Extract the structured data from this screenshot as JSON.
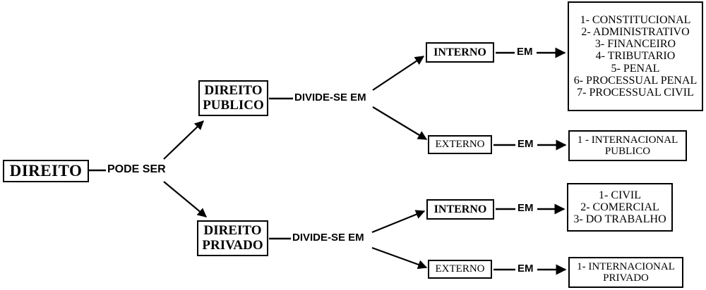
{
  "diagram": {
    "title": "DIREITO",
    "nodes": {
      "root": {
        "lines": [
          "DIREITO"
        ]
      },
      "publico": {
        "lines": [
          "DIREITO",
          "PUBLICO"
        ]
      },
      "privado": {
        "lines": [
          "DIREITO",
          "PRIVADO"
        ]
      },
      "interno_publico": {
        "lines": [
          "INTERNO"
        ]
      },
      "externo_publico": {
        "lines": [
          "EXTERNO"
        ]
      },
      "interno_privado": {
        "lines": [
          "INTERNO"
        ]
      },
      "externo_privado": {
        "lines": [
          "EXTERNO"
        ]
      },
      "list_publico_interno": {
        "lines": [
          "1- CONSTITUCIONAL",
          "2- ADMINISTRATIVO",
          "3- FINANCEIRO",
          "4- TRIBUTARIO",
          "5- PENAL",
          "6- PROCESSUAL PENAL",
          "7- PROCESSUAL CIVIL"
        ]
      },
      "list_publico_externo": {
        "lines": [
          "1 - INTERNACIONAL",
          "PUBLICO"
        ]
      },
      "list_privado_interno": {
        "lines": [
          "1- CIVIL",
          "2- COMERCIAL",
          "3- DO TRABALHO"
        ]
      },
      "list_privado_externo": {
        "lines": [
          "1- INTERNACIONAL",
          "PRIVADO"
        ]
      }
    },
    "edge_labels": {
      "pode_ser": "PODE SER",
      "divide_se_em_publico": "DIVIDE-SE EM",
      "divide_se_em_privado": "DIVIDE-SE EM",
      "em_publico_interno": "EM",
      "em_publico_externo": "EM",
      "em_privado_interno": "EM",
      "em_privado_externo": "EM"
    },
    "colors": {
      "stroke": "#000000",
      "text": "#000000",
      "background": "#ffffff"
    }
  }
}
